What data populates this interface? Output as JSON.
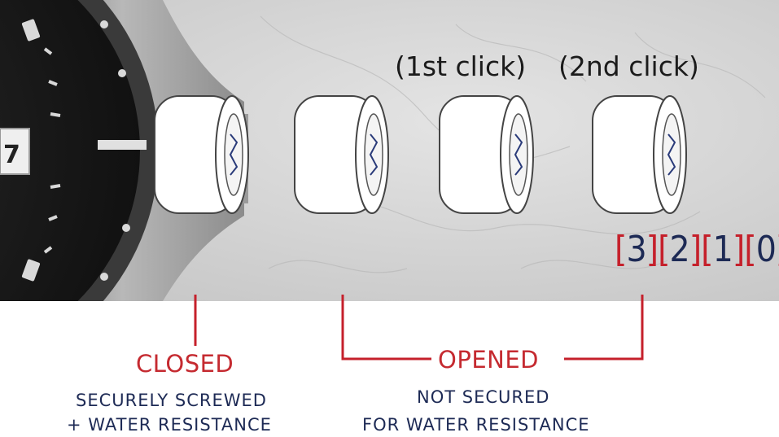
{
  "labels": {
    "first_click": "(1st click)",
    "second_click": "(2nd click)"
  },
  "positions": [
    "3",
    "2",
    "1",
    "0"
  ],
  "states": {
    "closed": {
      "title": "CLOSED",
      "line1": "SECURELY SCREWED",
      "line2": "+ WATER RESISTANCE"
    },
    "opened": {
      "title": "OPENED",
      "line1": "NOT SECURED",
      "line2": "FOR WATER RESISTANCE"
    }
  },
  "colors": {
    "accent_red": "#c5202b",
    "navy": "#1d2a55"
  }
}
